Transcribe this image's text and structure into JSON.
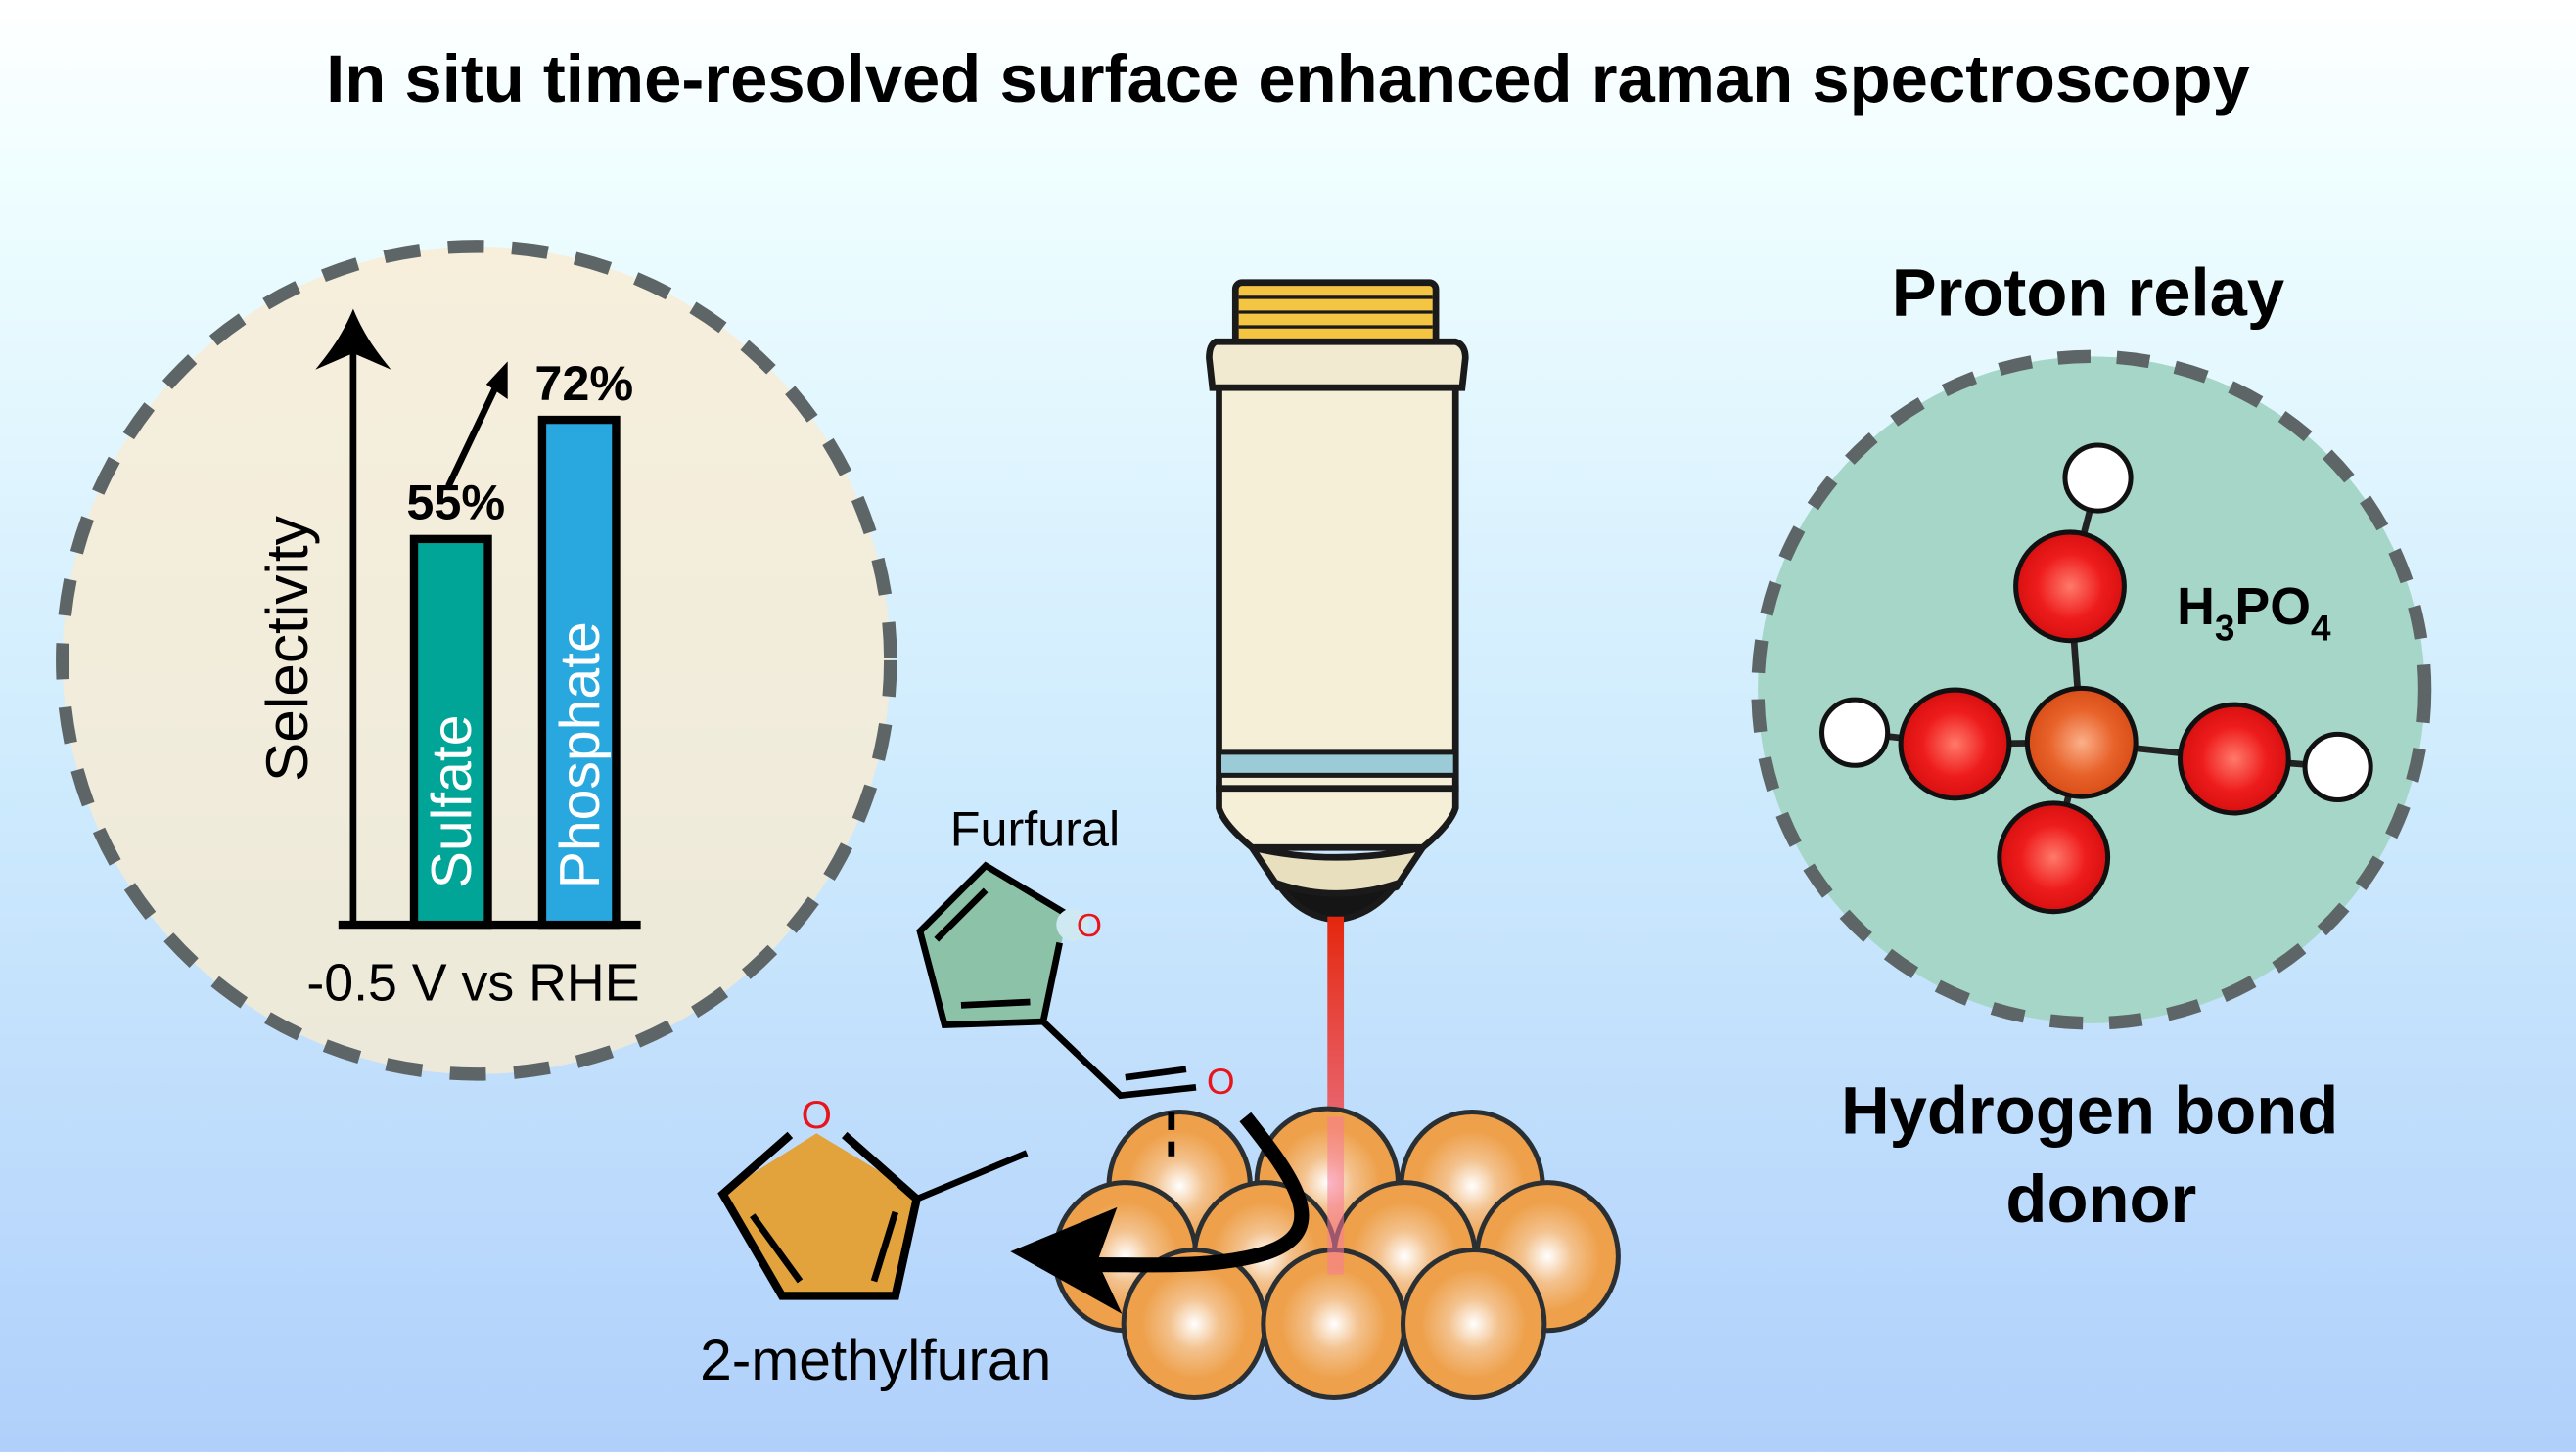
{
  "title": "In situ time-resolved surface enhanced raman spectroscopy",
  "colors": {
    "sulfate": "#00a597",
    "phosphate": "#29a8e0",
    "oxygen": "#e8161c",
    "phosphorus": "#e55b1d",
    "gold": "#eea04a",
    "laser": "#e3260d"
  },
  "chart_data": {
    "type": "bar",
    "categories": [
      "Sulfate",
      "Phosphate"
    ],
    "values": [
      55,
      72
    ],
    "value_labels": [
      "55%",
      "72%"
    ],
    "ylabel": "Selectivity",
    "xlabel": "-0.5 V vs RHE",
    "ylim": [
      0,
      80
    ]
  },
  "left_panel": {
    "ylabel": "Selectivity",
    "xlabel": "-0.5 V vs RHE",
    "bars": [
      {
        "label": "Sulfate",
        "value_label": "55%"
      },
      {
        "label": "Phosphate",
        "value_label": "72%"
      }
    ]
  },
  "center": {
    "reactant": "Furfural",
    "product": "2-methylfuran",
    "atom_o": "O"
  },
  "right_panel": {
    "heading": "Proton relay",
    "formula": {
      "h": "H",
      "h_sub": "3",
      "po": "PO",
      "o_sub": "4"
    },
    "caption_line1": "Hydrogen bond",
    "caption_line2": "donor"
  }
}
